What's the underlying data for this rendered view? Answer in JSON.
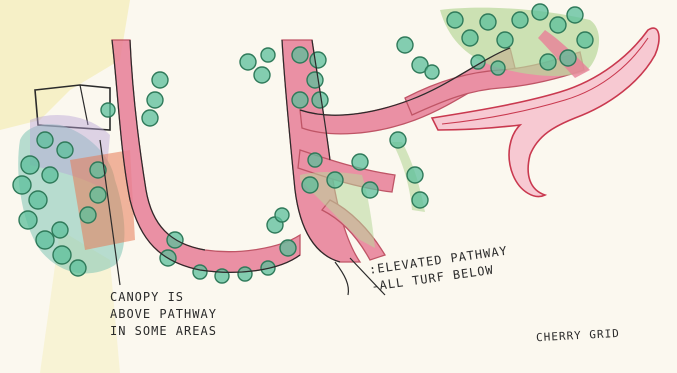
{
  "annotations": {
    "canopy": [
      "CANOPY IS",
      "ABOVE PATHWAY",
      "IN SOME AREAS"
    ],
    "elevated": [
      ":ELEVATED PATHWAY",
      "-ALL TURF BELOW"
    ],
    "grid_label": "CHERRY GRID"
  },
  "colors": {
    "paper": "#fbf8ef",
    "pathway": "#d95c7a",
    "pathway_light": "#f1a9b8",
    "canopy": "#2f9a73",
    "tree_fill": "#5bbf9b",
    "turf": "#b8d79a",
    "ink": "#2b2b2b",
    "yellow_wash": "#f3eaa6"
  }
}
